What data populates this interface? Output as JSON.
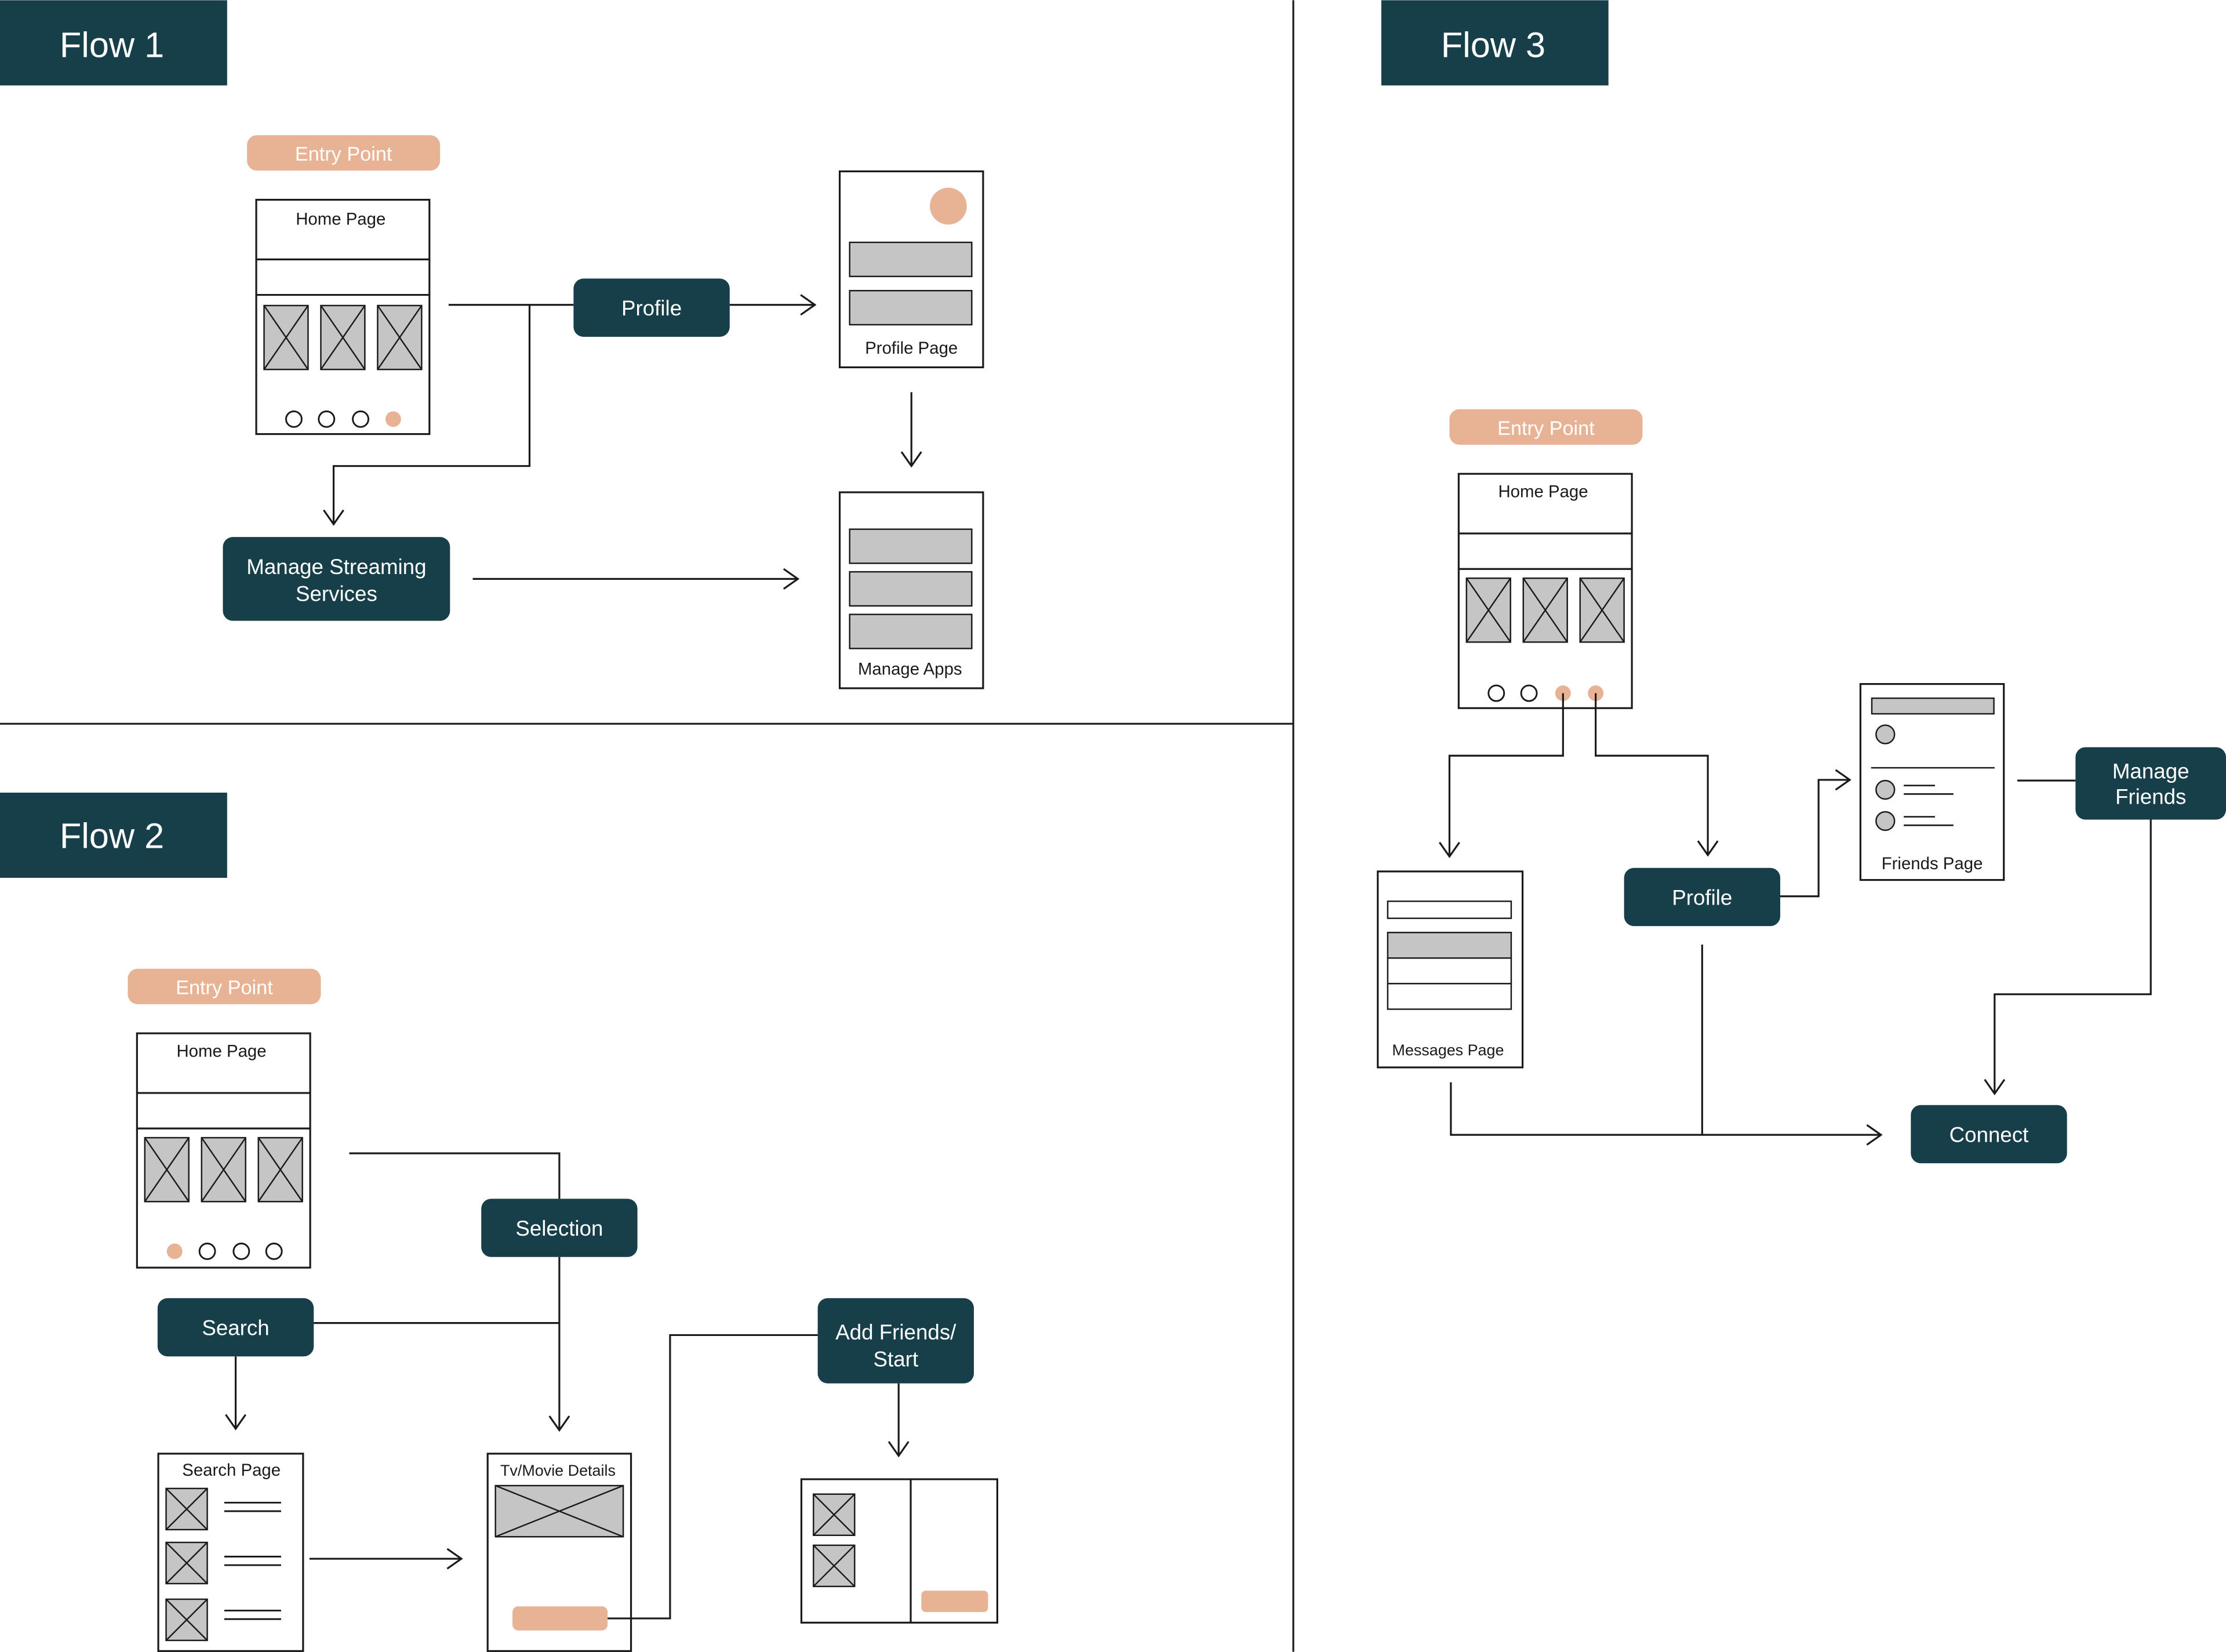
{
  "colors": {
    "navy": "#173f4a",
    "peach": "#e8b294",
    "gray": "#c5c5c5",
    "line": "#1a1a1a",
    "white": "#ffffff"
  },
  "flow1": {
    "title": "Flow 1",
    "entry": "Entry Point",
    "home_page": "Home Page",
    "profile_btn": "Profile",
    "profile_page": "Profile Page",
    "manage_btn_line1": "Manage Streaming",
    "manage_btn_line2": "Services",
    "manage_apps": "Manage Apps"
  },
  "flow2": {
    "title": "Flow 2",
    "entry": "Entry Point",
    "home_page": "Home Page",
    "selection_btn": "Selection",
    "search_btn": "Search",
    "search_page": "Search Page",
    "details_page": "Tv/Movie Details",
    "add_btn_line1": "Add Friends/",
    "add_btn_line2": "Start"
  },
  "flow3": {
    "title": "Flow 3",
    "entry": "Entry Point",
    "home_page": "Home Page",
    "messages_page": "Messages Page",
    "profile_btn": "Profile",
    "friends_page": "Friends Page",
    "manage_btn_line1": "Manage",
    "manage_btn_line2": "Friends",
    "connect_btn": "Connect"
  }
}
